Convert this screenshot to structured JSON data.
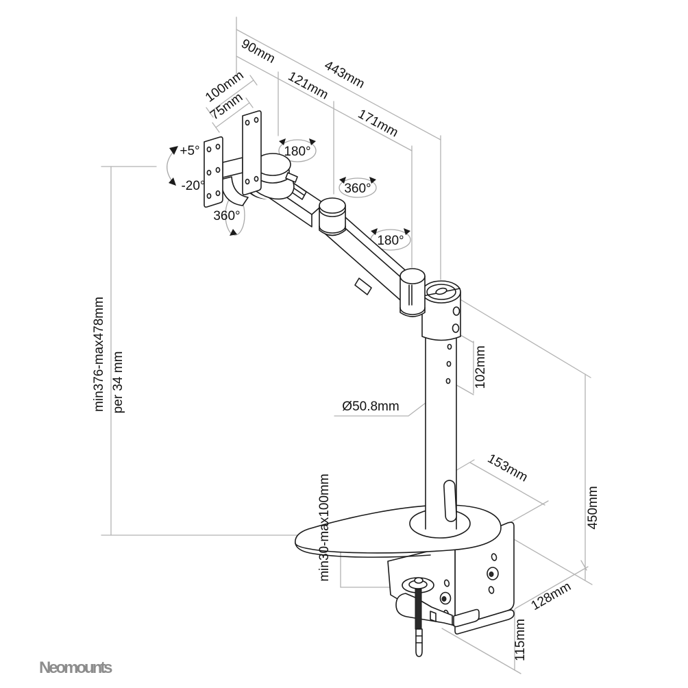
{
  "brand": {
    "logo_text": "Neomounts",
    "logo_color": "#8d8d8d"
  },
  "colors": {
    "line_art": "#1b1b1b",
    "dimension_lines": "#b2b2b2",
    "label_text": "#111111",
    "background": "#ffffff"
  },
  "labels": {
    "reach_total": "443mm",
    "reach_seg1": "90mm",
    "reach_seg2": "121mm",
    "reach_seg3": "171mm",
    "vesa_width": "100mm",
    "vesa_inner": "75mm",
    "tilt_up": "+5°",
    "tilt_down": "-20°",
    "vesa_rotation": "360°",
    "joint1_rotation": "180°",
    "joint2_rotation": "360°",
    "pole_rotation": "180°",
    "height_range": "min376-max478mm",
    "height_step": "per 34 mm",
    "pole_adjustment": "102mm",
    "pole_diameter": "Ø50.8mm",
    "base_depth": "153mm",
    "clamp_opening": "min30-max100mm",
    "column_height": "450mm",
    "clamp_depth": "128mm",
    "clamp_height": "115mm"
  }
}
